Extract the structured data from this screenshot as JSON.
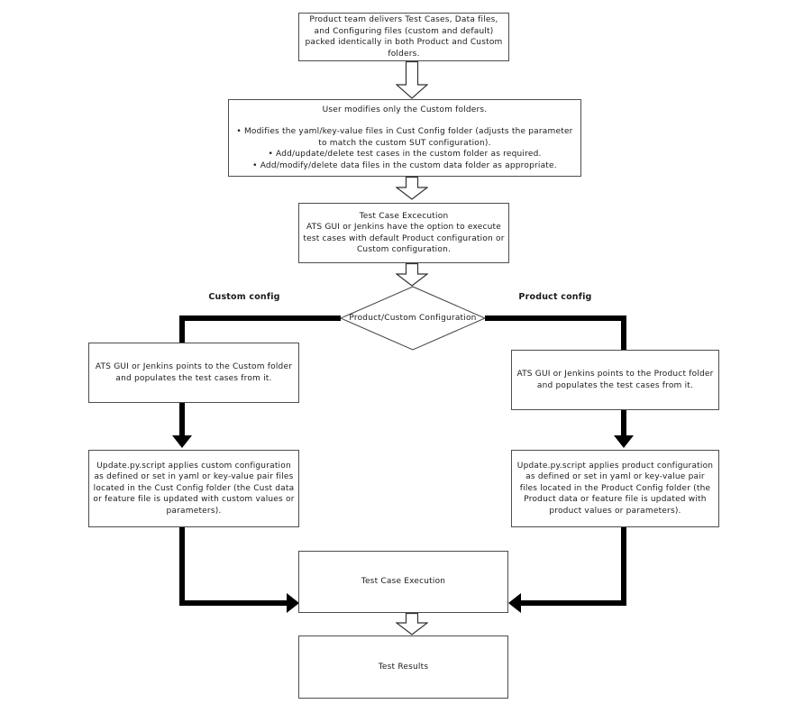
{
  "diagram": {
    "top_box": "Product team delivers Test Cases, Data files, and Configuring files (custom and default) packed identically in both Product and Custom folders.",
    "modify_box": {
      "heading": "User modifies only the Custom folders.",
      "bullets": [
        "• Modifies the yaml/key-value files in Cust Config folder (adjusts the parameter to match the custom SUT configuration).",
        "• Add/update/delete test cases in the custom folder as required.",
        "• Add/modify/delete data files in the custom data folder as appropriate."
      ]
    },
    "exec_option_box": {
      "title": "Test Case Excecution",
      "text": "ATS GUI or Jenkins have the option to execute test cases with default Product configuration or Custom configuration."
    },
    "decision": "Product/Custom Configuration",
    "branch_labels": {
      "left": "Custom config",
      "right": "Product config"
    },
    "custom_points_box": "ATS GUI or Jenkins points to the Custom folder and populates the test cases from it.",
    "product_points_box": "ATS GUI or Jenkins points to the Product folder and populates the test cases from it.",
    "custom_update_box": "Update.py.script applies custom configuration as defined or set in yaml or key-value pair files located in the Cust Config folder (the Cust data or feature file is updated with custom values or parameters).",
    "product_update_box": "Update.py.script applies product configuration as defined or set in yaml or key-value pair files located in the Product Config folder (the Product data or feature file is updated with product values or parameters).",
    "exec_box": "Test Case Execution",
    "results_box": "Test Results"
  },
  "colors": {
    "box_border": "#4d4d4d",
    "line": "#000000",
    "background": "#ffffff",
    "text": "#1a1a1a"
  }
}
